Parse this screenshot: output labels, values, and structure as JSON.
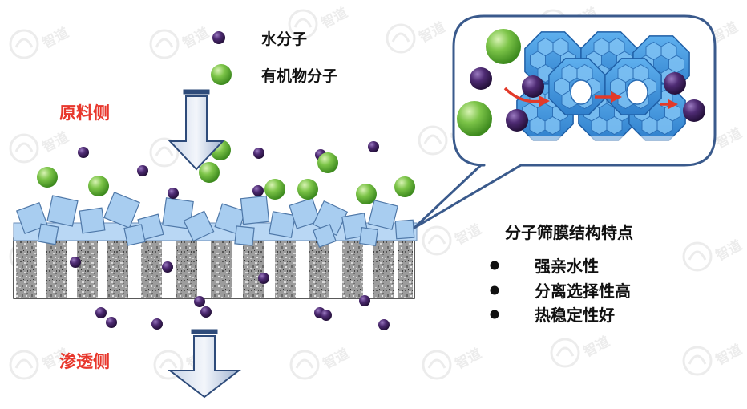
{
  "legend": {
    "water": "水分子",
    "organic": "有机物分子"
  },
  "sides": {
    "feed": "原料侧",
    "permeate": "渗透侧"
  },
  "features": {
    "title": "分子筛膜结构特点",
    "items": [
      "强亲水性",
      "分离选择性高",
      "热稳定性好"
    ]
  },
  "watermark": "智道 WISDOM",
  "colors": {
    "water": "#4b2a6e",
    "organic": "#6cbf3a",
    "side_label": "#e8372c",
    "crystal": "#a8cdf0",
    "zeolite": "#4a9de3",
    "callout_border": "#3a5a8c",
    "arrow": "#e23a2a"
  }
}
